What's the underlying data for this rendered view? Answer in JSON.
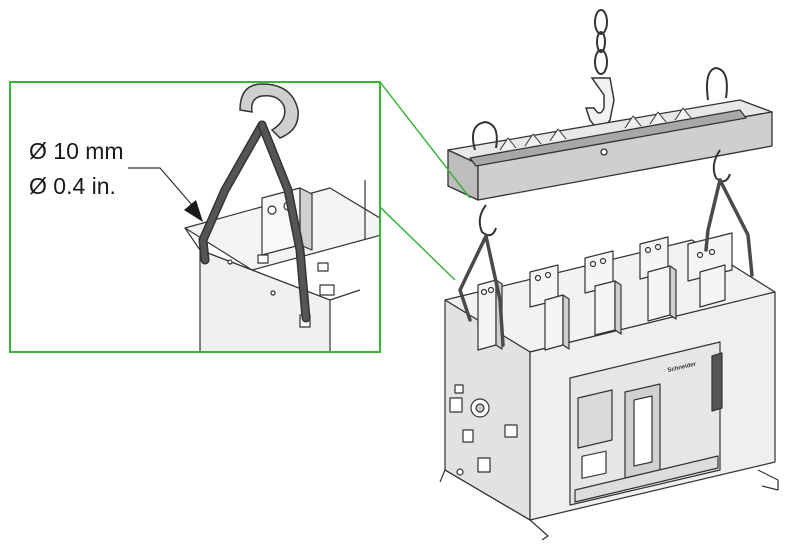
{
  "callout": {
    "diameter_metric": "Ø 10 mm",
    "diameter_imperial": "Ø 0.4 in."
  },
  "device": {
    "brand": "Schneider"
  },
  "colors": {
    "zoom_frame": "#3cb43c",
    "sling": "#4a4a4a",
    "device_fill": "#f2f2f2",
    "device_shade": "#d6d6d6",
    "lifting_beam": "#bdbdbd"
  },
  "icons": [
    "lifting-chain-icon",
    "lifting-hook-icon",
    "arrow-pointer-icon"
  ]
}
